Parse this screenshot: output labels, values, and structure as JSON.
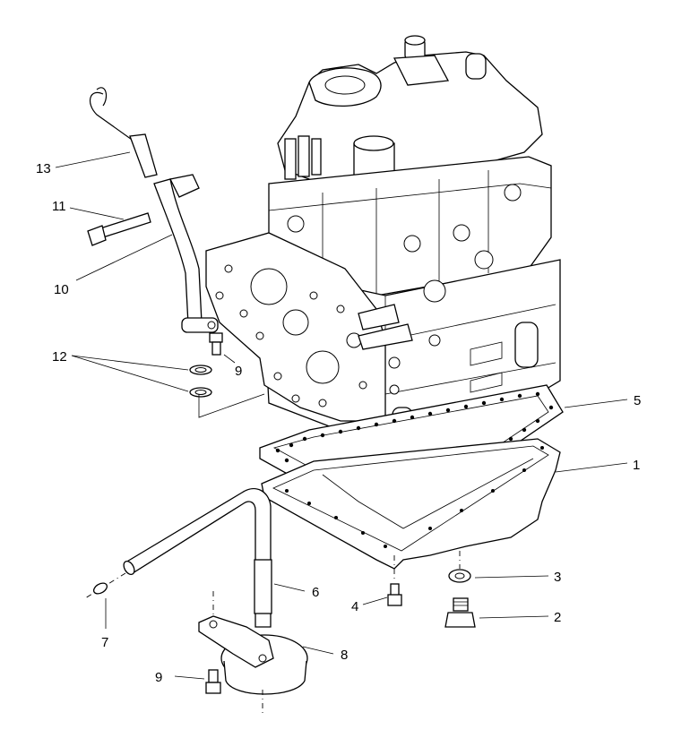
{
  "diagram": {
    "callouts": [
      {
        "id": "1",
        "label": "1"
      },
      {
        "id": "2",
        "label": "2"
      },
      {
        "id": "3",
        "label": "3"
      },
      {
        "id": "4",
        "label": "4"
      },
      {
        "id": "5",
        "label": "5"
      },
      {
        "id": "6",
        "label": "6"
      },
      {
        "id": "7",
        "label": "7"
      },
      {
        "id": "8",
        "label": "8"
      },
      {
        "id": "9a",
        "label": "9"
      },
      {
        "id": "9b",
        "label": "9"
      },
      {
        "id": "10",
        "label": "10"
      },
      {
        "id": "11",
        "label": "11"
      },
      {
        "id": "12",
        "label": "12"
      },
      {
        "id": "13",
        "label": "13"
      }
    ]
  }
}
